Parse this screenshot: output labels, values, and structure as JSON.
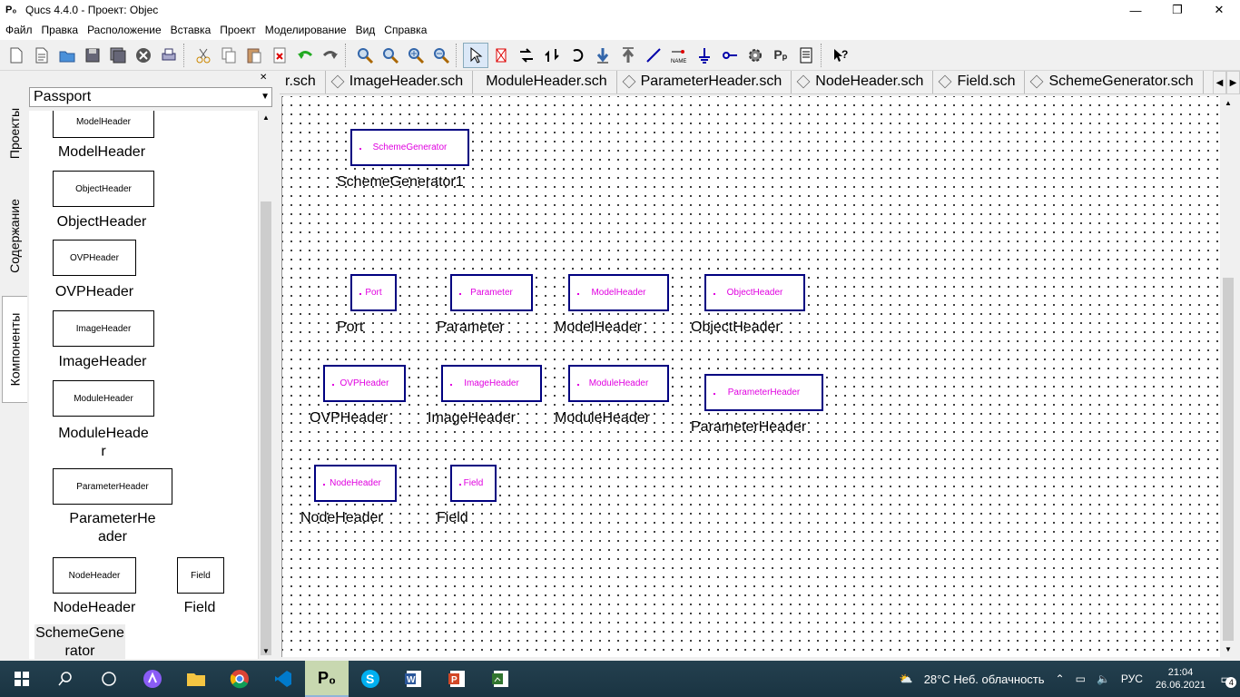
{
  "window": {
    "app_icon": "P₀",
    "title": "Qucs 4.4.0 - Проект: Objec",
    "minimize_icon": "—",
    "maximize_icon": "❐",
    "close_icon": "✕"
  },
  "menu": [
    "Файл",
    "Правка",
    "Расположение",
    "Вставка",
    "Проект",
    "Моделирование",
    "Вид",
    "Справка"
  ],
  "dock": {
    "close_icon": "✕",
    "tabs": [
      "Проекты",
      "Содержание",
      "Компоненты"
    ],
    "combo_value": "Passport",
    "components": [
      {
        "box": "ModelHeader",
        "label": "ModelHeader"
      },
      {
        "box": "ObjectHeader",
        "label": "ObjectHeader"
      },
      {
        "box": "OVPHeader",
        "label": "OVPHeader"
      },
      {
        "box": "ImageHeader",
        "label": "ImageHeader"
      },
      {
        "box": "ModuleHeader",
        "label": "ModuleHeade\nr"
      },
      {
        "box": "ParameterHeader",
        "label": "ParameterHe\nader"
      },
      {
        "box": "NodeHeader",
        "label": "NodeHeader"
      },
      {
        "box": "Field",
        "label": "Field"
      },
      {
        "box": "",
        "label": "SchemeGene\nrator"
      }
    ]
  },
  "tabs": [
    "r.sch",
    "ImageHeader.sch",
    "ModuleHeader.sch",
    "ParameterHeader.sch",
    "NodeHeader.sch",
    "Field.sch",
    "SchemeGenerator.sch"
  ],
  "canvas": {
    "symbols": [
      {
        "box": "SchemeGenerator",
        "name": "SchemeGenerator1"
      },
      {
        "box": "Port",
        "name": "Port"
      },
      {
        "box": "Parameter",
        "name": "Parameter"
      },
      {
        "box": "ModelHeader",
        "name": "ModelHeader"
      },
      {
        "box": "ObjectHeader",
        "name": "ObjectHeader"
      },
      {
        "box": "OVPHeader",
        "name": "OVPHeader"
      },
      {
        "box": "ImageHeader",
        "name": "ImageHeader"
      },
      {
        "box": "ModuleHeader",
        "name": "ModuleHeader"
      },
      {
        "box": "ParameterHeader",
        "name": "ParameterHeader"
      },
      {
        "box": "NodeHeader",
        "name": "NodeHeader"
      },
      {
        "box": "Field",
        "name": "Field"
      }
    ]
  },
  "taskbar": {
    "weather": "28°C  Неб. облачность",
    "lang": "РУС",
    "time": "21:04",
    "date": "26.06.2021",
    "notifications": "4"
  },
  "colors": {
    "symbol_border": "#000080",
    "symbol_text": "#e000e0",
    "taskbar": "#1a3442"
  }
}
